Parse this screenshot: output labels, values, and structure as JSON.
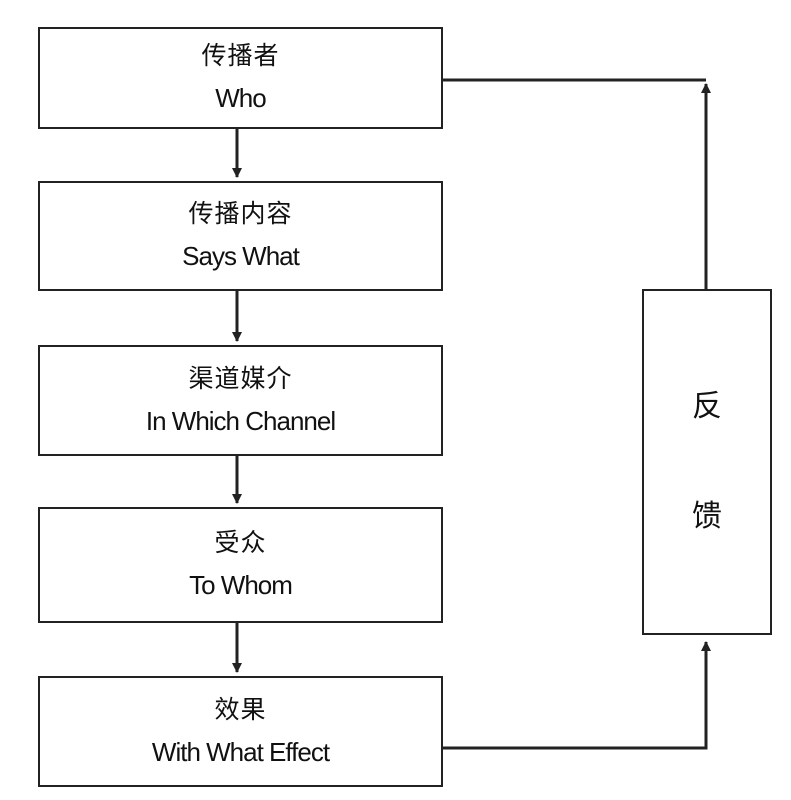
{
  "diagram": {
    "stages": [
      {
        "zh": "传播者",
        "en": "Who"
      },
      {
        "zh": "传播内容",
        "en": "Says What"
      },
      {
        "zh": "渠道媒介",
        "en": "In Which Channel"
      },
      {
        "zh": "受众",
        "en": "To Whom"
      },
      {
        "zh": "效果",
        "en": "With What Effect"
      }
    ],
    "feedback": {
      "char1": "反",
      "char2": "馈"
    }
  },
  "colors": {
    "line": "#222222",
    "background": "#ffffff",
    "text": "#111111"
  }
}
